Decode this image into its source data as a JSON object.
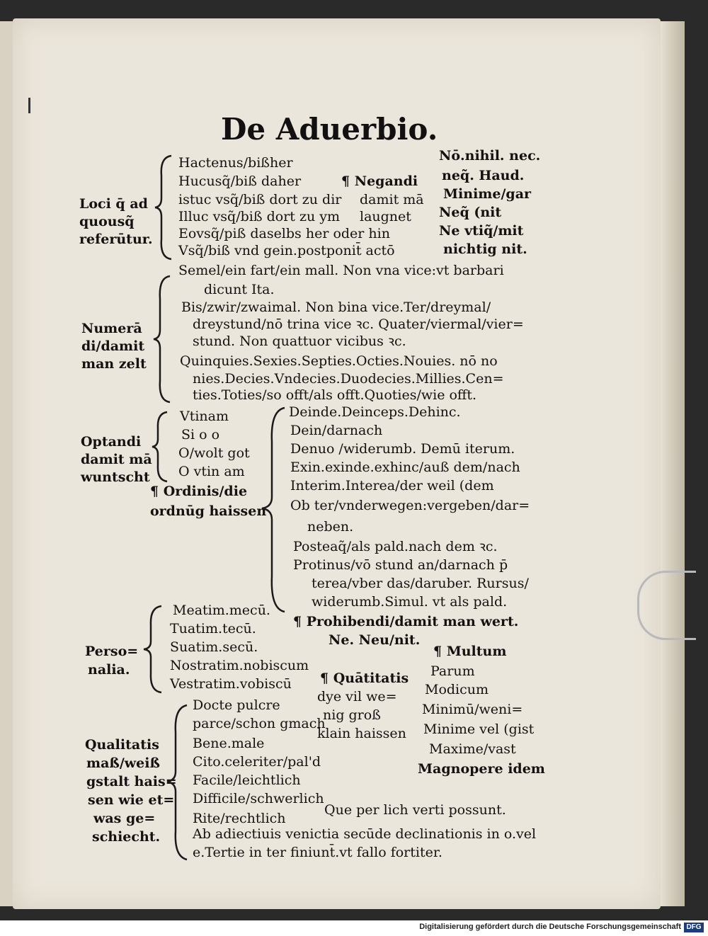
{
  "page": {
    "title": "De Aduerbio.",
    "sections": {
      "loci": {
        "label": [
          "Loci q̄ ad",
          "quousq̃",
          "referūtur."
        ],
        "lines": [
          "Hactenus/bißher",
          "Hucusq̃/biß daher",
          "istuc vsq̃/biß dort zu dir",
          "Illuc vsq̃/biß dort zu ym",
          "Eovsq̃/piß daselbs her oder hin",
          "Vsq̃/biß vnd gein.postponit̄ actō"
        ],
        "negandi_label": [
          "¶ Negandi",
          "damit mā",
          "laugnet"
        ],
        "negandi_words": [
          "Nō.nihil. nec.",
          "neq̃. Haud.",
          "Minime/gar",
          "Neq̃ (nit",
          "Ne vtiq̃/mit",
          "nichtig nit."
        ]
      },
      "numerandi": {
        "label": [
          "Numerā",
          "di/damit",
          "man zelt"
        ],
        "lines": [
          "Semel/ein fart/ein mall. Non vna vice:vt barbari",
          "dicunt Ita.",
          "Bis/zwir/zwaimal. Non bina vice.Ter/dreymal/",
          "dreystund/nō trina vice ꝛc. Quater/viermal/vier=",
          "stund. Non quattuor vicibus ꝛc.",
          "Quinquies.Sexies.Septies.Octies.Nouies. nō no",
          "nies.Decies.Vndecies.Duodecies.Millies.Cen=",
          "ties.Toties/so offt/als offt.Quoties/wie offt."
        ]
      },
      "optandi": {
        "label": [
          "Optandi",
          "damit mā",
          "wuntscht"
        ],
        "lines": [
          "Vtinam",
          "Si o o",
          "O/wolt got",
          "O vtin am"
        ]
      },
      "ordinis": {
        "label": [
          "¶ Ordinis/die",
          "ordnūg haissen"
        ],
        "lines": [
          "Deinde.Deinceps.Dehinc.",
          "Dein/darnach",
          "Denuo /widerumb. Demū iterum.",
          "Exin.exinde.exhinc/auß dem/nach",
          "Interim.Interea/der weil (dem",
          "Ob ter/vnderwegen:vergeben/dar=",
          "neben.",
          "Posteaq̃/als pald.nach dem ꝛc.",
          "Protinus/vō stund an/darnach p̄",
          "terea/vber das/daruber. Rursus/",
          "widerumb.Simul. vt als pald."
        ],
        "prohibendi": [
          "¶ Prohibendi/damit man wert.",
          "Ne. Neu/nit."
        ]
      },
      "personalia": {
        "label": [
          "Perso=",
          "nalia."
        ],
        "lines": [
          "Meatim.mecū.",
          "Tuatim.tecū.",
          "Suatim.secū.",
          "Nostratim.nobiscum",
          "Vestratim.vobiscū"
        ]
      },
      "quantitatis": {
        "label": [
          "¶ Quātitatis",
          "dye vil we=",
          "nig groß",
          "klain haissen"
        ],
        "words": [
          "¶ Multum",
          "Parum",
          "Modicum",
          "Minimū/weni=",
          "Minime vel (gist",
          "Maxime/vast",
          "Magnopere idem"
        ]
      },
      "qualitatis": {
        "label": [
          "Qualitatis",
          "maß/weiß",
          "gstalt hais=",
          "sen wie et=",
          "was ge=",
          "schiecht."
        ],
        "lines": [
          "Docte pulcre",
          "parce/schon gmach",
          "Bene.male",
          "Cito.celeriter/pal'd",
          "Facile/leichtlich",
          "Difficile/schwerlich",
          "Rite/rechtlich"
        ],
        "closing": [
          "Que per lich verti possunt.",
          "Ab adiectiuis venictia secūde declinationis in o.vel",
          "e.Tertie in ter finiunt̄.vt fallo fortiter."
        ]
      }
    }
  },
  "footer": {
    "credit": "Digitalisierung gefördert durch die Deutsche Forschungsgemeinschaft",
    "logo": "DFG"
  }
}
